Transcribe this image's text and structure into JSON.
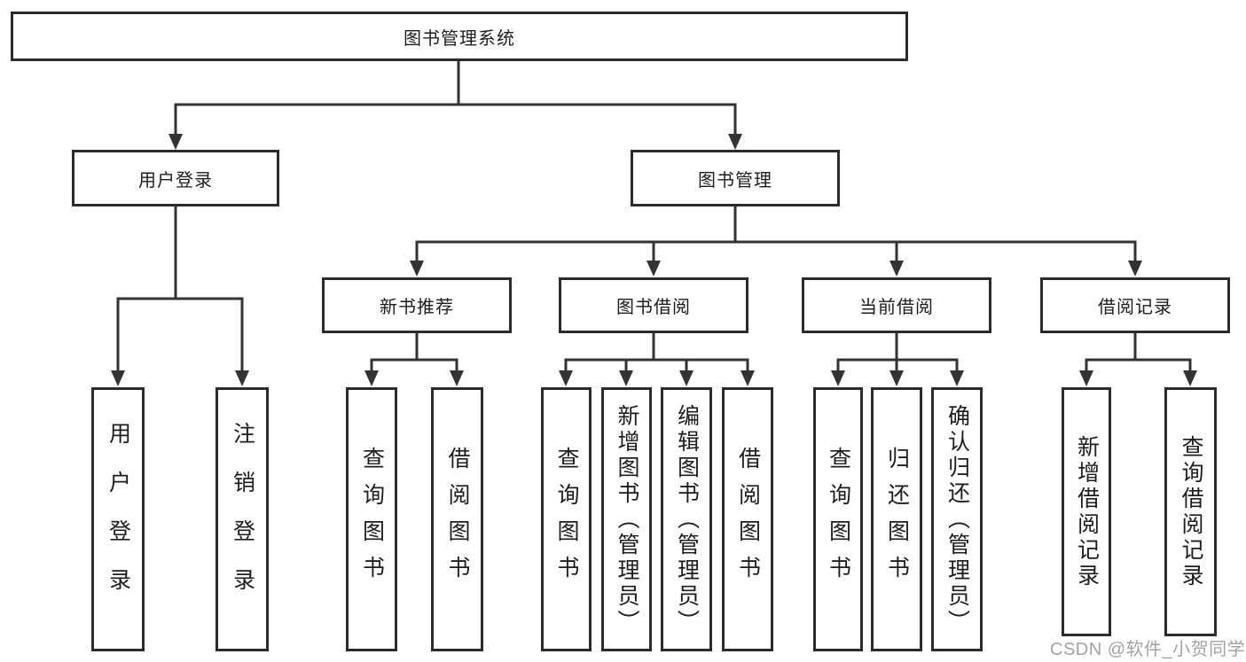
{
  "tree": {
    "root": {
      "label": "图书管理系统",
      "children": [
        {
          "label": "用户登录",
          "children": [
            {
              "label": "用户登录"
            },
            {
              "label": "注销登录"
            }
          ]
        },
        {
          "label": "图书管理",
          "children": [
            {
              "label": "新书推荐",
              "children": [
                {
                  "label": "查询图书"
                },
                {
                  "label": "借阅图书"
                }
              ]
            },
            {
              "label": "图书借阅",
              "children": [
                {
                  "label": "查询图书"
                },
                {
                  "label": "新增图书（管理员）"
                },
                {
                  "label": "编辑图书（管理员）"
                },
                {
                  "label": "借阅图书"
                }
              ]
            },
            {
              "label": "当前借阅",
              "children": [
                {
                  "label": "查询图书"
                },
                {
                  "label": "归还图书"
                },
                {
                  "label": "确认归还（管理员）"
                }
              ]
            },
            {
              "label": "借阅记录",
              "children": [
                {
                  "label": "新增借阅记录"
                },
                {
                  "label": "查询借阅记录"
                }
              ]
            }
          ]
        }
      ]
    }
  },
  "watermark": {
    "text": "CSDN @软件_小贺同学"
  },
  "colors": {
    "line": "#333333",
    "box_border": "#2b2b2b",
    "text": "#1d1d1d",
    "watermark": "#a3a3a3",
    "background": "#ffffff"
  }
}
